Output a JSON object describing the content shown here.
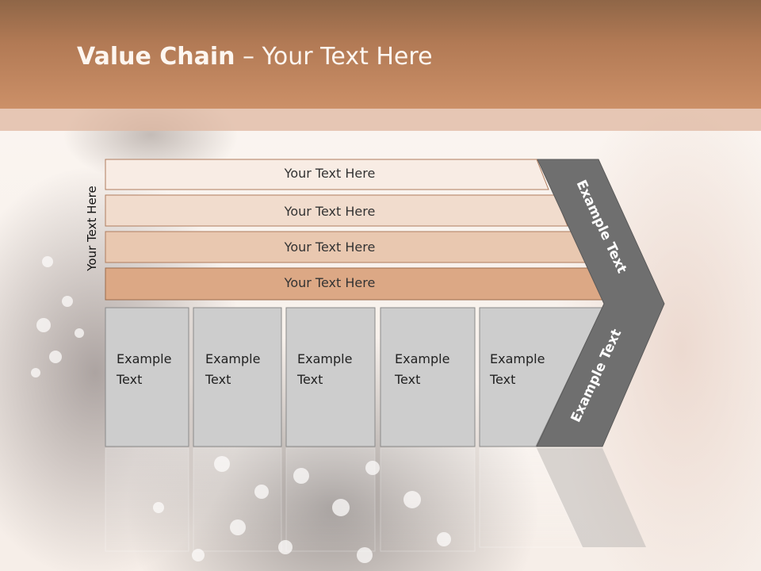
{
  "slide": {
    "title_bold": "Value Chain",
    "title_rest": " – Your Text Here"
  },
  "diagram": {
    "side_label": "Your Text Here",
    "rows": [
      {
        "label": "Your Text Here",
        "fill": "#f8ece4"
      },
      {
        "label": "Your Text Here",
        "fill": "#f1dccd"
      },
      {
        "label": "Your Text Here",
        "fill": "#e9c8b0"
      },
      {
        "label": "Your Text Here",
        "fill": "#dca885"
      }
    ],
    "boxes": [
      {
        "line1": "Example",
        "line2": "Text"
      },
      {
        "line1": "Example",
        "line2": "Text"
      },
      {
        "line1": "Example",
        "line2": "Text"
      },
      {
        "line1": "Example",
        "line2": "Text"
      },
      {
        "line1": "Example",
        "line2": "Text"
      }
    ],
    "chevron_top_label": "Example Text",
    "chevron_bottom_label": "Example Text",
    "colors": {
      "box_fill": "#cdcdcd",
      "chevron_fill": "#6f6f6f",
      "header_brown": "#b27a55"
    }
  }
}
